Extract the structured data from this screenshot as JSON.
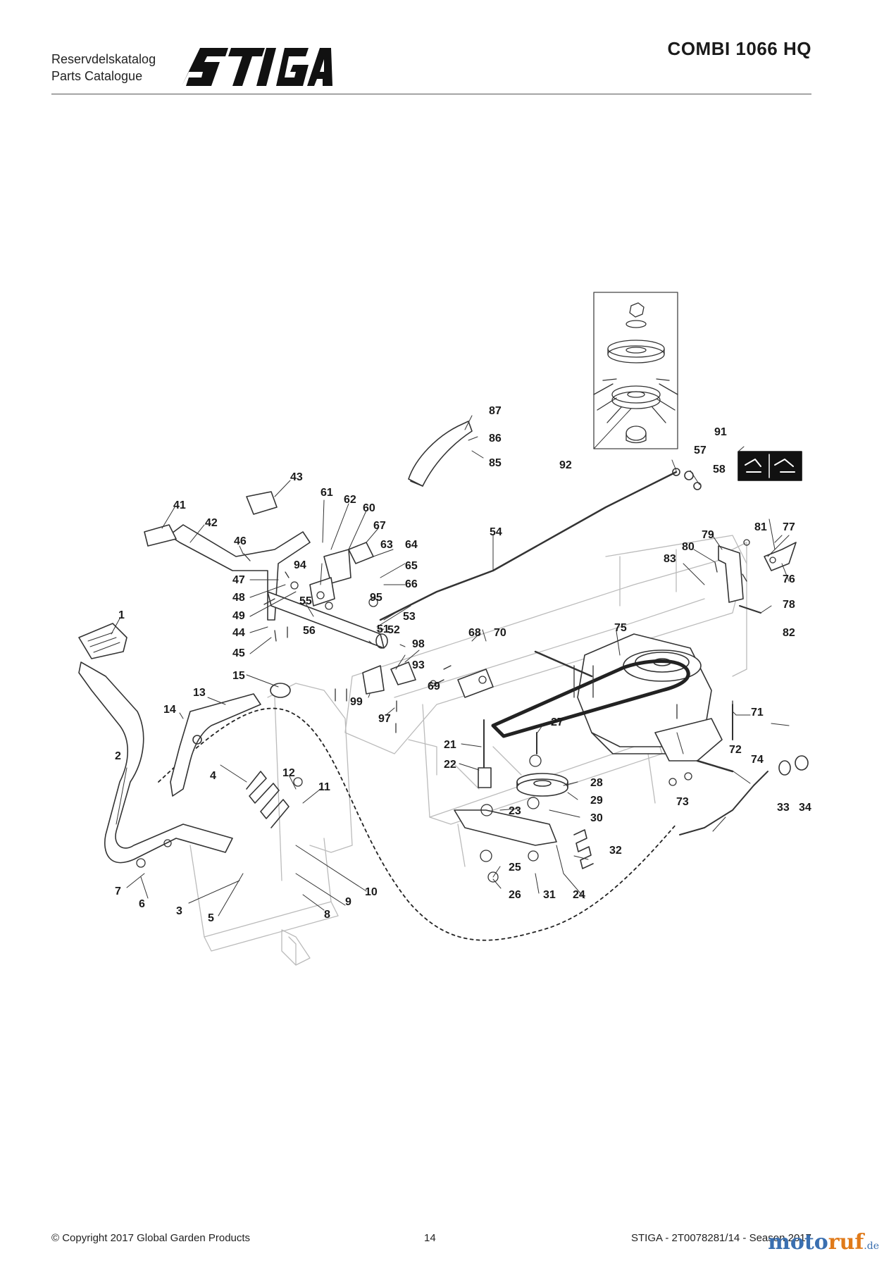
{
  "header": {
    "catalog_line1": "Reservdelskatalog",
    "catalog_line2": "Parts Catalogue",
    "brand": "STIGA",
    "model": "COMBI 1066 HQ"
  },
  "callouts": [
    {
      "id": "c1",
      "label": "1"
    },
    {
      "id": "c2",
      "label": "2"
    },
    {
      "id": "c3",
      "label": "3"
    },
    {
      "id": "c4",
      "label": "4"
    },
    {
      "id": "c5",
      "label": "5"
    },
    {
      "id": "c6",
      "label": "6"
    },
    {
      "id": "c7",
      "label": "7"
    },
    {
      "id": "c8",
      "label": "8"
    },
    {
      "id": "c9",
      "label": "9"
    },
    {
      "id": "c10",
      "label": "10"
    },
    {
      "id": "c11",
      "label": "11"
    },
    {
      "id": "c12",
      "label": "12"
    },
    {
      "id": "c13",
      "label": "13"
    },
    {
      "id": "c14",
      "label": "14"
    },
    {
      "id": "c15",
      "label": "15"
    },
    {
      "id": "c21",
      "label": "21"
    },
    {
      "id": "c22",
      "label": "22"
    },
    {
      "id": "c23",
      "label": "23"
    },
    {
      "id": "c24",
      "label": "24"
    },
    {
      "id": "c25",
      "label": "25"
    },
    {
      "id": "c26",
      "label": "26"
    },
    {
      "id": "c27",
      "label": "27"
    },
    {
      "id": "c28",
      "label": "28"
    },
    {
      "id": "c29",
      "label": "29"
    },
    {
      "id": "c30",
      "label": "30"
    },
    {
      "id": "c31",
      "label": "31"
    },
    {
      "id": "c32",
      "label": "32"
    },
    {
      "id": "c33",
      "label": "33"
    },
    {
      "id": "c34",
      "label": "34"
    },
    {
      "id": "c41",
      "label": "41"
    },
    {
      "id": "c42",
      "label": "42"
    },
    {
      "id": "c43",
      "label": "43"
    },
    {
      "id": "c44",
      "label": "44"
    },
    {
      "id": "c45",
      "label": "45"
    },
    {
      "id": "c46",
      "label": "46"
    },
    {
      "id": "c47",
      "label": "47"
    },
    {
      "id": "c48",
      "label": "48"
    },
    {
      "id": "c49",
      "label": "49"
    },
    {
      "id": "c51",
      "label": "51"
    },
    {
      "id": "c52",
      "label": "52"
    },
    {
      "id": "c53",
      "label": "53"
    },
    {
      "id": "c54",
      "label": "54"
    },
    {
      "id": "c55",
      "label": "55"
    },
    {
      "id": "c56",
      "label": "56"
    },
    {
      "id": "c57",
      "label": "57"
    },
    {
      "id": "c58",
      "label": "58"
    },
    {
      "id": "c60",
      "label": "60"
    },
    {
      "id": "c61",
      "label": "61"
    },
    {
      "id": "c62",
      "label": "62"
    },
    {
      "id": "c63",
      "label": "63"
    },
    {
      "id": "c64",
      "label": "64"
    },
    {
      "id": "c65",
      "label": "65"
    },
    {
      "id": "c66",
      "label": "66"
    },
    {
      "id": "c67",
      "label": "67"
    },
    {
      "id": "c68",
      "label": "68"
    },
    {
      "id": "c69",
      "label": "69"
    },
    {
      "id": "c70",
      "label": "70"
    },
    {
      "id": "c71",
      "label": "71"
    },
    {
      "id": "c72",
      "label": "72"
    },
    {
      "id": "c73",
      "label": "73"
    },
    {
      "id": "c74",
      "label": "74"
    },
    {
      "id": "c75",
      "label": "75"
    },
    {
      "id": "c76",
      "label": "76"
    },
    {
      "id": "c77",
      "label": "77"
    },
    {
      "id": "c78",
      "label": "78"
    },
    {
      "id": "c79",
      "label": "79"
    },
    {
      "id": "c80",
      "label": "80"
    },
    {
      "id": "c81",
      "label": "81"
    },
    {
      "id": "c82",
      "label": "82"
    },
    {
      "id": "c83",
      "label": "83"
    },
    {
      "id": "c85",
      "label": "85"
    },
    {
      "id": "c86",
      "label": "86"
    },
    {
      "id": "c87",
      "label": "87"
    },
    {
      "id": "c91",
      "label": "91"
    },
    {
      "id": "c92",
      "label": "92"
    },
    {
      "id": "c93",
      "label": "93"
    },
    {
      "id": "c94",
      "label": "94"
    },
    {
      "id": "c95",
      "label": "95"
    },
    {
      "id": "c97",
      "label": "97"
    },
    {
      "id": "c98",
      "label": "98"
    },
    {
      "id": "c99",
      "label": "99"
    }
  ],
  "footer": {
    "copyright": "© Copyright 2017 Global Garden Products",
    "page_number": "14",
    "doc_ref": "STIGA - 2T0078281/14 - Season 2017"
  },
  "watermark": {
    "part1": "moto",
    "part2": "ruf",
    "tld": ".de"
  }
}
